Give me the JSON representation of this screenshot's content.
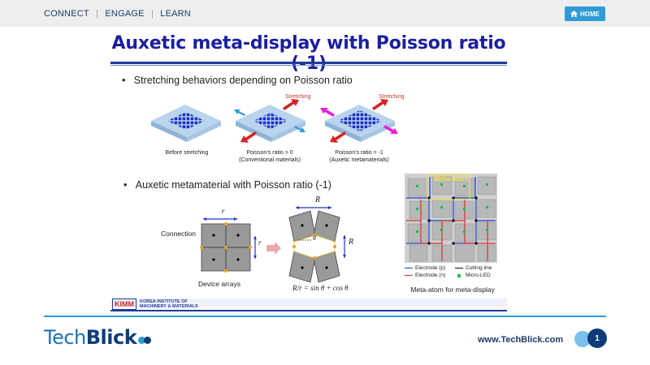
{
  "nav": {
    "connect": "CONNECT",
    "engage": "ENGAGE",
    "learn": "LEARN",
    "sep": "|"
  },
  "home_button": {
    "label": "HOME",
    "icon": "home-icon"
  },
  "slide": {
    "title": "Auxetic meta-display with Poisson ratio (-1)",
    "bullet1": "Stretching behaviors depending on Poisson ratio",
    "bullet2": "Auxetic metamaterial with Poisson ratio (-1)",
    "stretch_label_1": "Stretching",
    "stretch_label_2": "Stretching",
    "cap_before": "Before stretching",
    "cap_conv_1": "Poisson’s ratio > 0",
    "cap_conv_2": "(Conventional materials)",
    "cap_aux_1": "Poisson’s ratio = -1",
    "cap_aux_2": "(Auxetic metamaterials)",
    "label_connection": "Connection",
    "label_device_arrays": "Device arrays",
    "label_r_top": "r",
    "label_r_side": "r",
    "label_R_top": "R",
    "label_R_side": "R",
    "label_theta": "θ",
    "formula": "R/r = sin θ + cos θ",
    "meta_atom_label": "Meta-atom",
    "legend_electrode_p": "Electrode (p)",
    "legend_electrode_n": "Electrode (n)",
    "legend_cutting_line": "Cutting line",
    "legend_micro_led": "Micro-LED",
    "meta_caption": "Meta-atom for meta-display",
    "kimm_logo": "KIMM",
    "kimm_name_1": "KOREA INSTITUTE OF",
    "kimm_name_2": "MACHINERY & MATERIALS"
  },
  "footer": {
    "logo_light": "Tech",
    "logo_bold": "Blick",
    "url": "www.TechBlick.com",
    "page_number": "1"
  },
  "colors": {
    "title": "#1a1f9e",
    "accent": "#2f9ad6",
    "nav": "#1f3b6e",
    "red": "#c0392b",
    "electrode_p": "#1e3fc8",
    "electrode_n": "#d93030"
  }
}
